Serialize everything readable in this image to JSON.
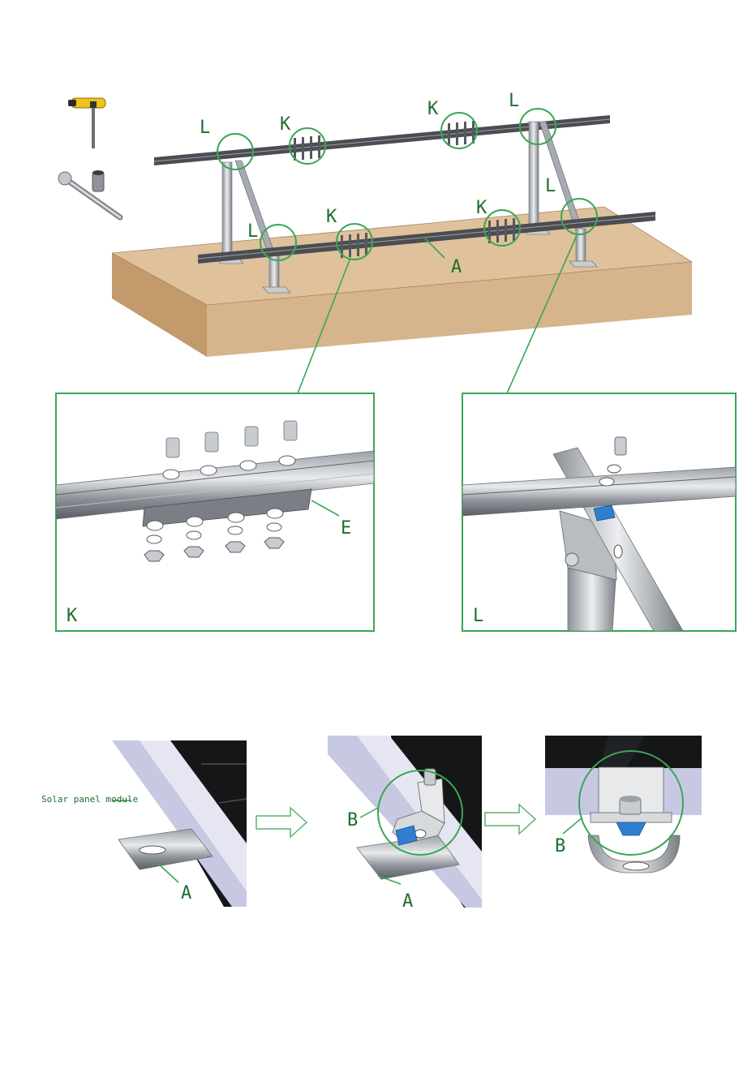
{
  "labels": {
    "L": "L",
    "K": "K",
    "A": "A",
    "E": "E",
    "B": "B",
    "solar_panel_module": "Solar panel module"
  },
  "colors": {
    "callout": "#3aa655",
    "label": "#1f6d2e",
    "wood_top": "#dfc19c",
    "wood_front": "#d6b48c",
    "wood_side": "#c39a6c",
    "rail": "#4a4d52",
    "metal": "#c9ccd0",
    "panel_dark": "#151617",
    "frame": "#c7c9e3",
    "clip_blue": "#2f7fd1"
  },
  "tools": [
    "t-handle-hex-key-icon",
    "ratchet-wrench-with-socket-icon"
  ],
  "arrows": [
    "step-arrow-icon",
    "step-arrow-icon"
  ]
}
